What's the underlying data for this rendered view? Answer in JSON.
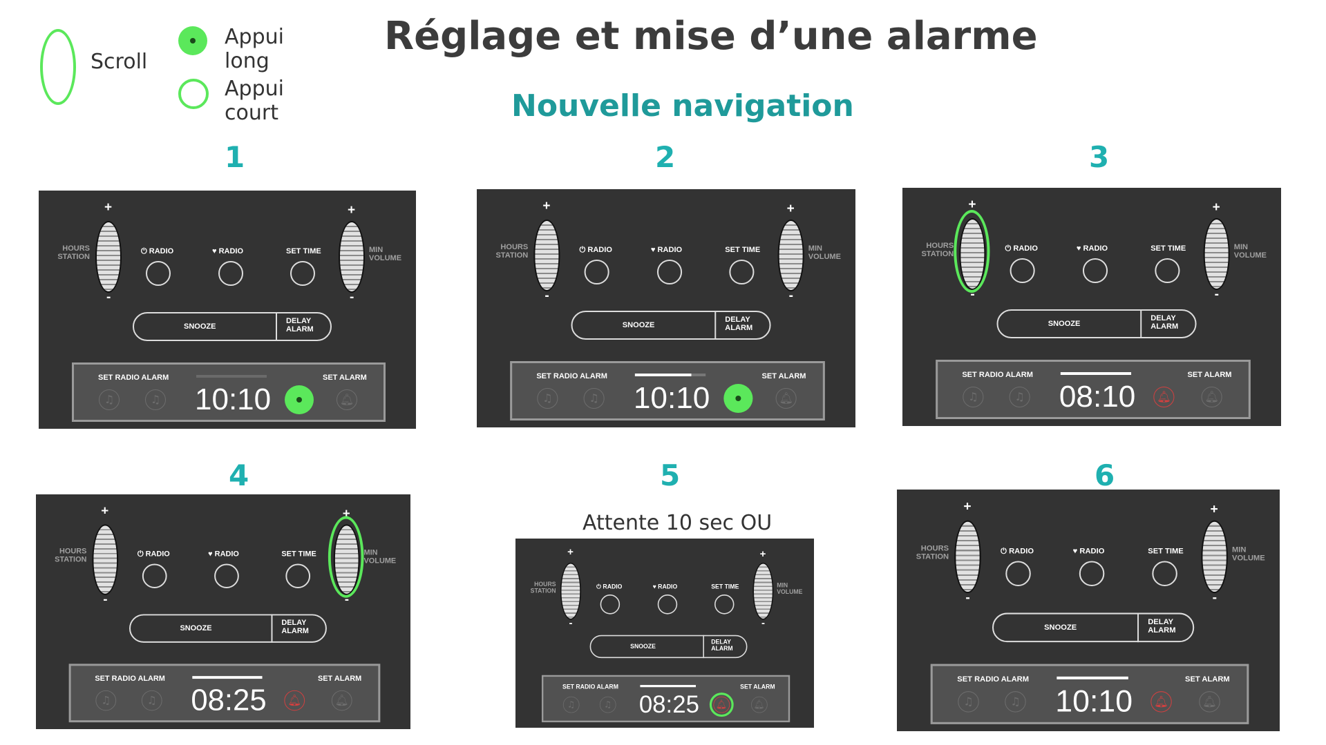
{
  "title": "Réglage et mise d’une alarme",
  "subtitle": "Nouvelle navigation",
  "legend": {
    "scroll": "Scroll",
    "long_press": "Appui long",
    "short_press": "Appui court"
  },
  "colors": {
    "highlight": "#5be85b",
    "step_number": "#1fb0b0",
    "subtitle": "#1f9a9a",
    "panel": "#333333",
    "alarm_red": "#d34040"
  },
  "panel_labels": {
    "hours_line1": "HOURS",
    "hours_line2": "STATION",
    "min_line1": "MIN",
    "min_line2": "VOLUME",
    "plus": "+",
    "minus": "-",
    "radio_power": "RADIO",
    "radio_heart": "RADIO",
    "set_time": "SET TIME",
    "snooze": "SNOOZE",
    "delay_line1": "DELAY",
    "delay_line2": "ALARM",
    "set_radio_alarm": "SET RADIO ALARM",
    "set_alarm": "SET ALARM"
  },
  "icons": {
    "music": "music-note-icon",
    "bell": "bell-icon",
    "power": "power-icon",
    "heart": "heart-icon"
  },
  "steps": [
    {
      "number": "1",
      "time": "10:10",
      "note": "",
      "highlight": "long-press-alarm",
      "progress": 0.0,
      "alarm_active": false
    },
    {
      "number": "2",
      "time": "10:10",
      "note": "",
      "highlight": "long-press-alarm",
      "progress": 0.8,
      "alarm_active": false
    },
    {
      "number": "3",
      "time": "08:10",
      "note": "",
      "highlight": "scroll-hours",
      "progress": 1.0,
      "alarm_active": true
    },
    {
      "number": "4",
      "time": "08:25",
      "note": "",
      "highlight": "scroll-min",
      "progress": 1.0,
      "alarm_active": true
    },
    {
      "number": "5",
      "time": "08:25",
      "note": "Attente 10 sec OU",
      "highlight": "short-press-alarm",
      "progress": 1.0,
      "alarm_active": true
    },
    {
      "number": "6",
      "time": "10:10",
      "note": "",
      "highlight": "none",
      "progress": 1.0,
      "alarm_active": true
    }
  ]
}
